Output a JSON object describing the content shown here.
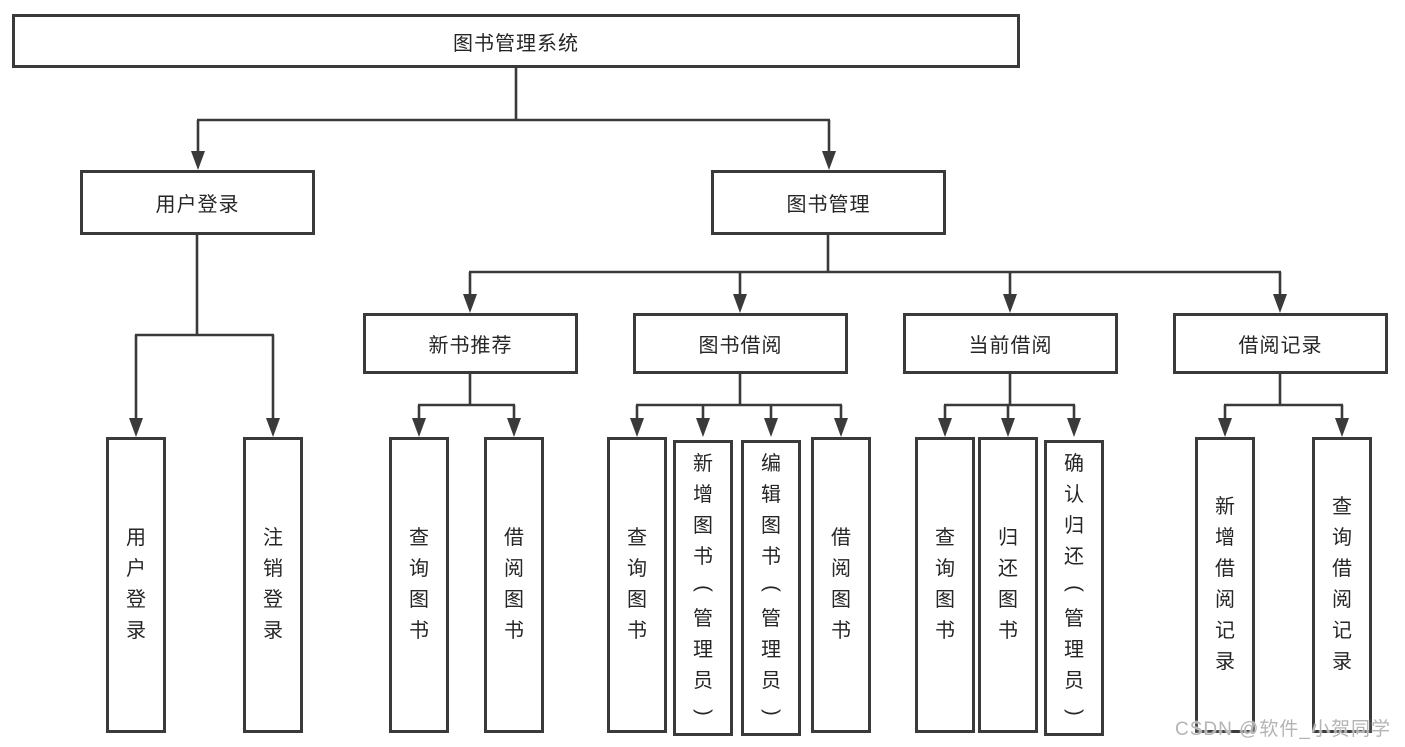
{
  "diagram": {
    "root": "图书管理系统",
    "level2": [
      "用户登录",
      "图书管理"
    ],
    "level3": [
      "新书推荐",
      "图书借阅",
      "当前借阅",
      "借阅记录"
    ],
    "leaves": {
      "login": [
        "用户登录",
        "注销登录"
      ],
      "newbook": [
        "查询图书",
        "借阅图书"
      ],
      "borrow": [
        "查询图书",
        "新增图书（管理员）",
        "编辑图书（管理员）",
        "借阅图书"
      ],
      "current": [
        "查询图书",
        "归还图书",
        "确认归还（管理员）"
      ],
      "records": [
        "新增借阅记录",
        "查询借阅记录"
      ]
    }
  },
  "watermark": "CSDN @软件_小贺同学",
  "colors": {
    "line": "#3a3a3a",
    "box_border": "#3a3a3a",
    "text": "#262626",
    "watermark": "#b4b4b4",
    "background": "#ffffff"
  }
}
